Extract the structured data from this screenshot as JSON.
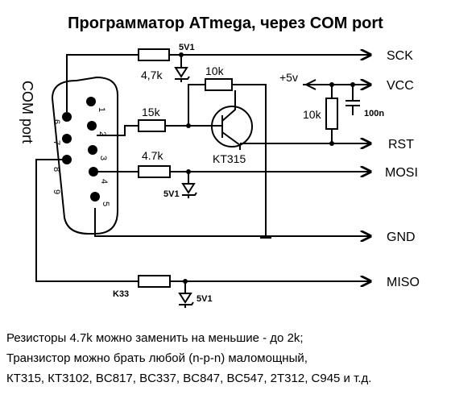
{
  "title": "Программатор ATmega, через COM port",
  "connector": {
    "label": "COM port",
    "pins": [
      "1",
      "2",
      "3",
      "4",
      "5",
      "6",
      "7",
      "8",
      "9"
    ]
  },
  "signals": {
    "sck": "SCK",
    "vcc": "VCC",
    "rst": "RST",
    "mosi": "MOSI",
    "gnd": "GND",
    "miso": "MISO"
  },
  "components": {
    "r_sck": "4,7k",
    "r_base": "15k",
    "r_top": "10k",
    "r_pullup": "10k",
    "r_mosi": "4.7k",
    "r_miso": "K33",
    "cap": "100n",
    "transistor": "KT315",
    "zener_label": "5V1",
    "supply": "+5v"
  },
  "notes": [
    "Резисторы 4.7k можно заменить на меньшие -  до 2k;",
    "Транзистор можно брать любой (n-p-n) маломощный,",
    "КТ315, КТ3102, BC817, BC337, BC847, BC547, 2Т312, C945 и т.д."
  ]
}
